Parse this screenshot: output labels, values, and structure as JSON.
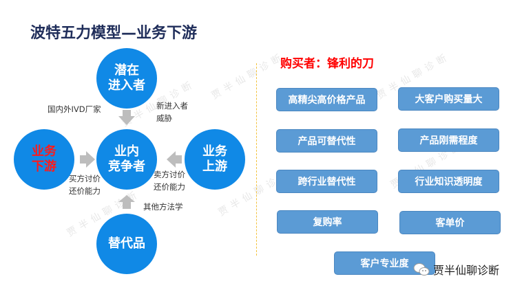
{
  "title": "波特五力模型—业务下游",
  "circles": {
    "top": [
      "潜在",
      "进入者"
    ],
    "center": [
      "业内",
      "竞争者"
    ],
    "left": [
      "业务",
      "下游"
    ],
    "right": [
      "业务",
      "上游"
    ],
    "bottom": [
      "替代品"
    ]
  },
  "labels": {
    "domestic": "国内外IVD厂家",
    "new_entrant": [
      "新进入者",
      "威胁"
    ],
    "buyer_power": [
      "买方讨价",
      "还价能力"
    ],
    "seller_power": [
      "卖方讨价",
      "还价能力"
    ],
    "other_methods": "其他方法学"
  },
  "header": "购买者：锋利的刀",
  "factors": [
    "高精尖高价格产品",
    "大客户购买量大",
    "产品可替代性",
    "产品刚需程度",
    "跨行业替代性",
    "行业知识透明度",
    "复购率",
    "客单价",
    "客户专业度"
  ],
  "watermark": "贾半仙聊诊断",
  "footer": "贾半仙聊诊断",
  "colors": {
    "circle": "#1089e6",
    "box": "#5b9bd5",
    "header": "#ff0000",
    "divider": "#f3c23c"
  }
}
